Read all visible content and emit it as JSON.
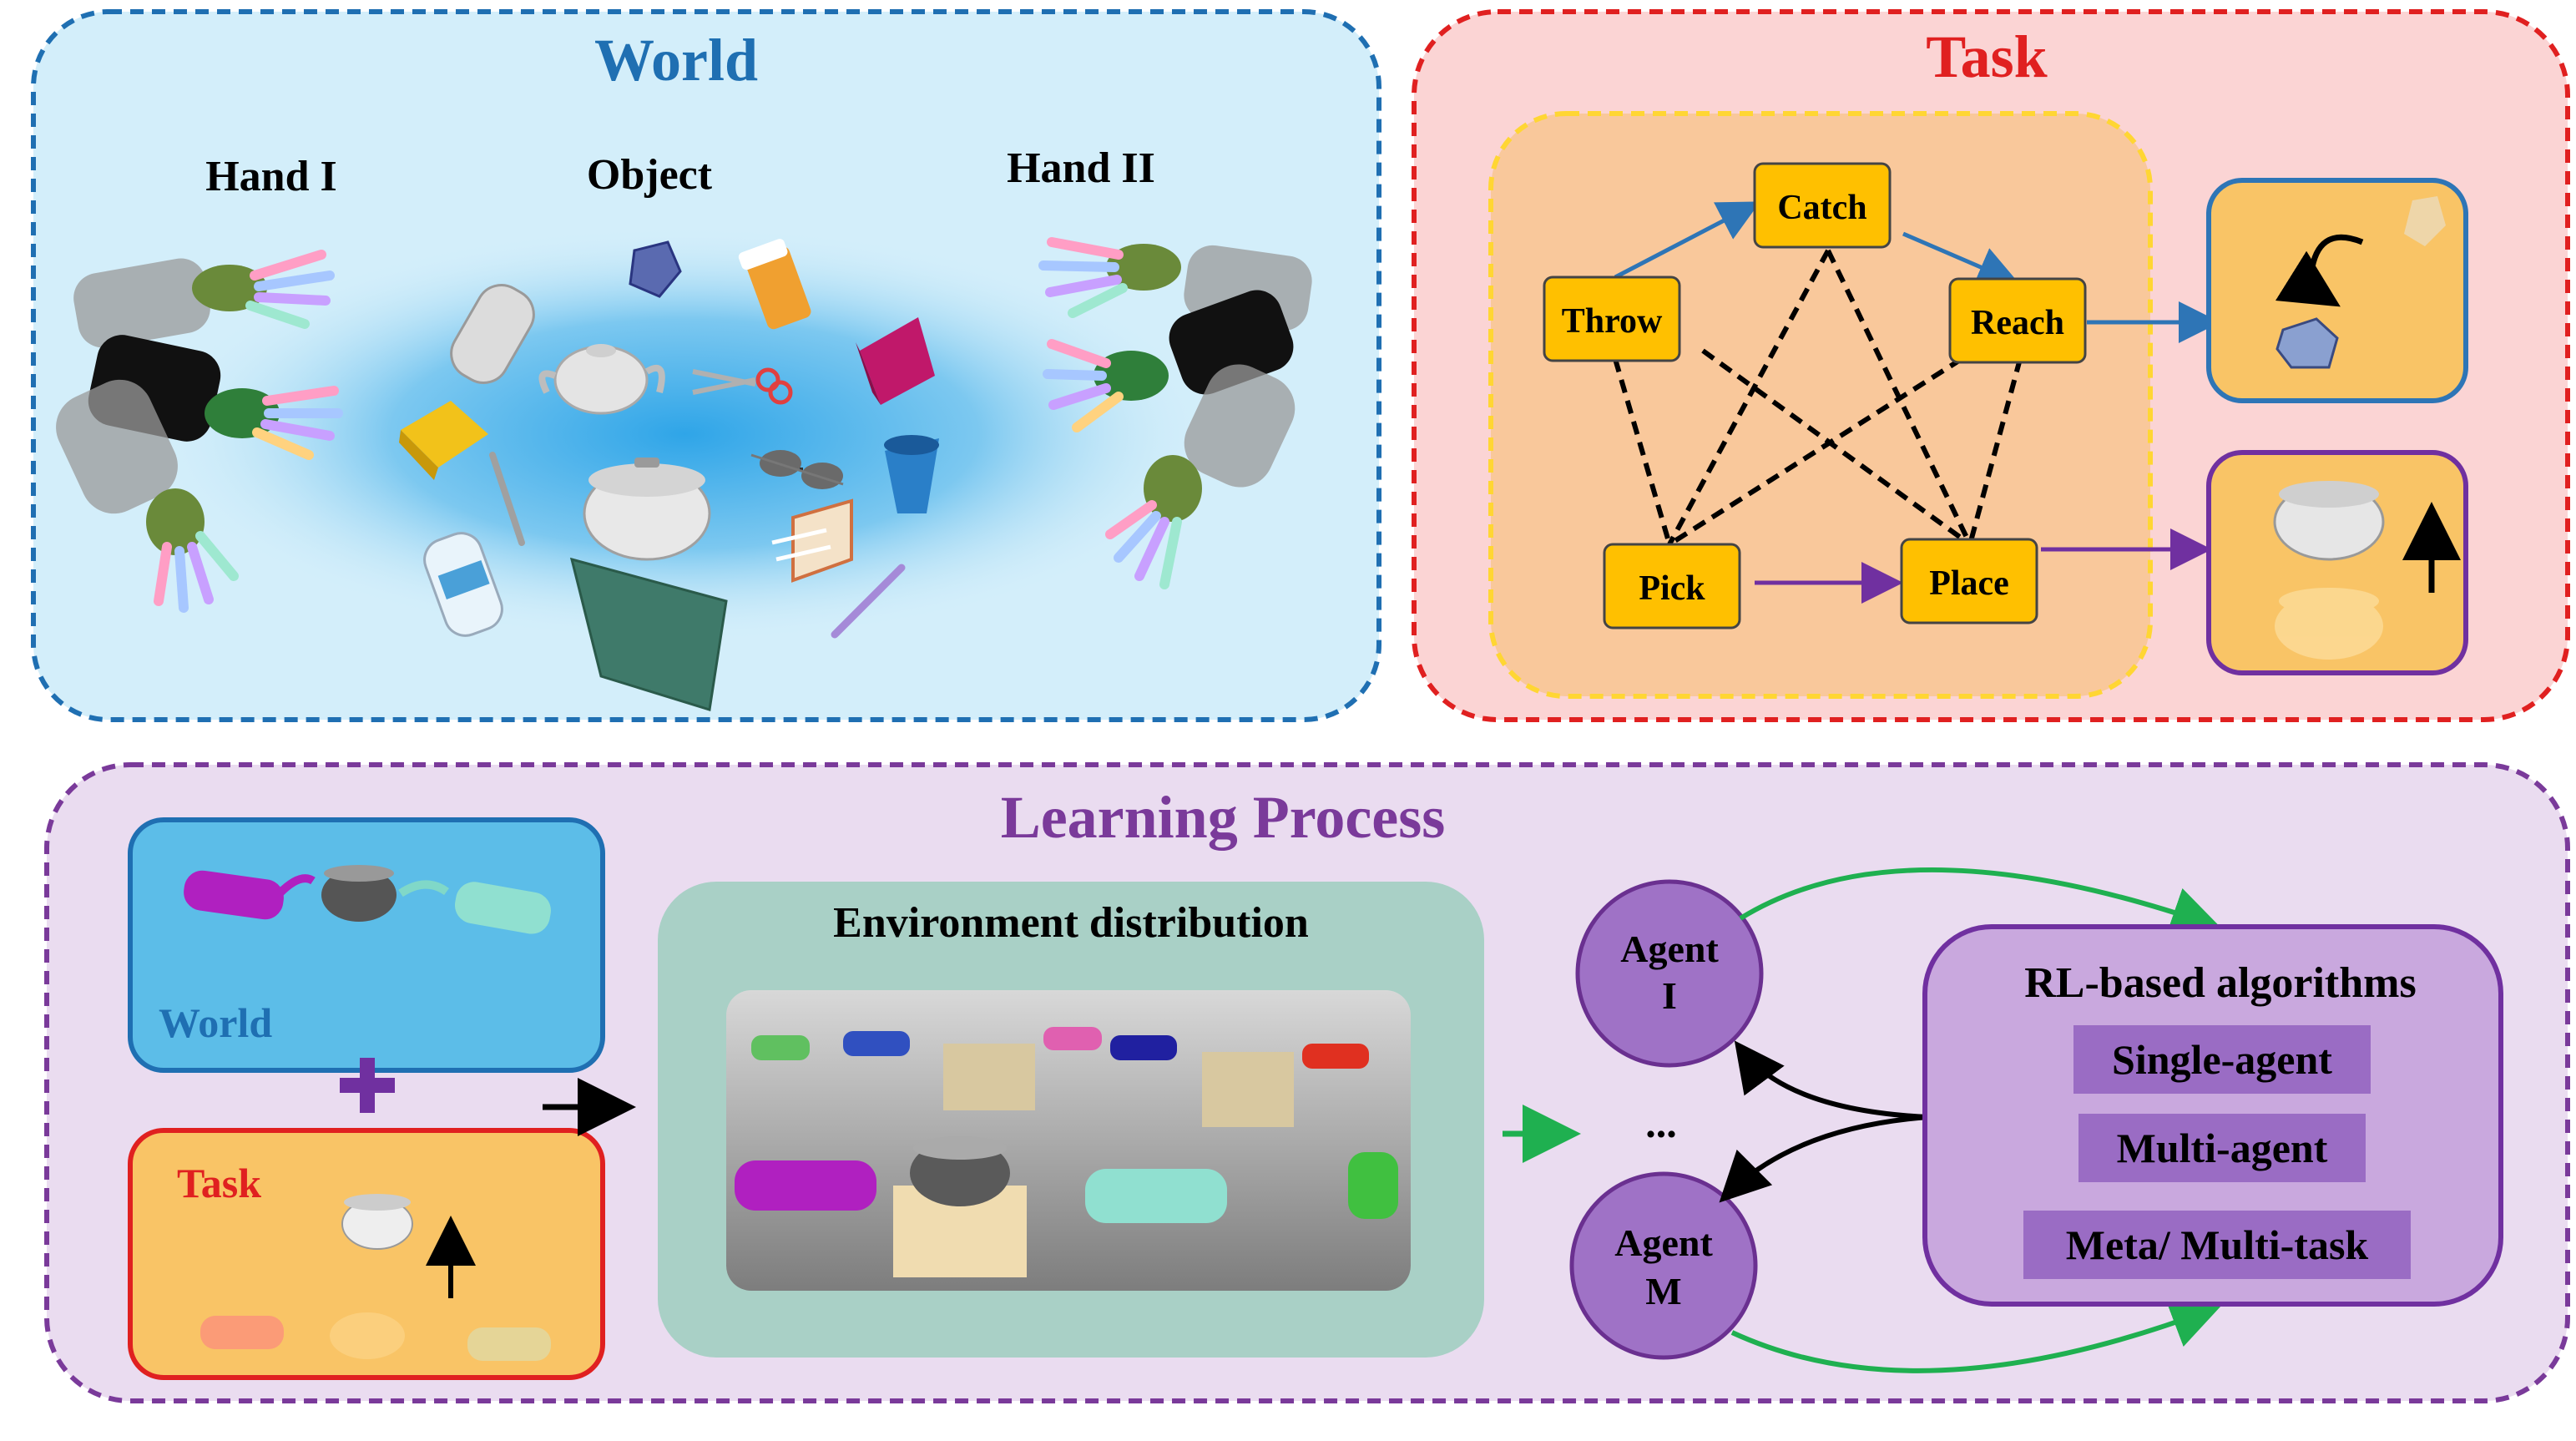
{
  "world": {
    "title": "World",
    "hand_1": "Hand I",
    "object": "Object",
    "hand_2": "Hand II"
  },
  "task": {
    "title": "Task",
    "nodes": {
      "catch": "Catch",
      "throw": "Throw",
      "reach": "Reach",
      "pick": "Pick",
      "place": "Place"
    }
  },
  "learning": {
    "title": "Learning Process",
    "world_label": "World",
    "task_label": "Task",
    "env_title": "Environment distribution",
    "agent_1": [
      "Agent",
      "I"
    ],
    "agent_m": [
      "Agent",
      "M"
    ],
    "ellipsis": "...",
    "rl_title": "RL-based algorithms",
    "algorithms": [
      "Single-agent",
      "Multi-agent",
      "Meta/ Multi-task"
    ]
  },
  "colors": {
    "world_border": "#1f6fb2",
    "world_fill": "#d3eefa",
    "world_title": "#1f6fb2",
    "task_border": "#e02020",
    "task_fill": "#fbd4d4",
    "task_title": "#e02020",
    "learning_border": "#7a3a9a",
    "learning_fill": "#eadcf0",
    "learning_title": "#7a3a9a",
    "node_fill": "#ffc000",
    "inner_task_fill": "#f9c89b",
    "inner_task_border": "#ffd633",
    "blue_arrow": "#2e75b6",
    "purple_arrow": "#7030a0",
    "green_arrow": "#1fb050",
    "agent_fill": "#9f72c6",
    "algo_fill": "#9a6cc4"
  }
}
